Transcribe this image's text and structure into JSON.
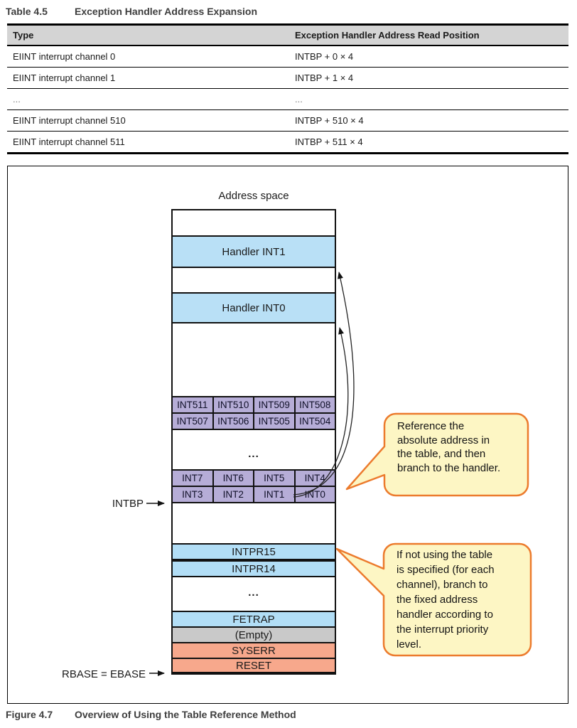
{
  "colors": {
    "handler_blue": "#b9e0f6",
    "priority_blue": "#b2def6",
    "int_purple": "#b6add7",
    "empty_gray": "#c9c9c9",
    "reset_salmon": "#f7a88c",
    "callout_fill": "#fdf6c4",
    "callout_border": "#ec7b2d",
    "table_header_bg": "#d4d4d4"
  },
  "table": {
    "caption_label": "Table 4.5",
    "caption_title": "Exception Handler Address Expansion",
    "headers": [
      "Type",
      "Exception Handler Address Read Position"
    ],
    "rows": [
      [
        "EIINT interrupt channel 0",
        "INTBP + 0 × 4"
      ],
      [
        "EIINT interrupt channel 1",
        "INTBP + 1 × 4"
      ],
      [
        "...",
        "..."
      ],
      [
        "EIINT interrupt channel 510",
        "INTBP + 510 × 4"
      ],
      [
        "EIINT interrupt channel 511",
        "INTBP + 511 × 4"
      ]
    ]
  },
  "figure": {
    "diagram_title": "Address space",
    "pointers": {
      "intbp": "INTBP",
      "rbase": "RBASE = EBASE"
    },
    "column": {
      "handler_int1": "Handler INT1",
      "handler_int0": "Handler INT0",
      "int_row_top": [
        "INT511",
        "INT510",
        "INT509",
        "INT508"
      ],
      "int_row_second": [
        "INT507",
        "INT506",
        "INT505",
        "INT504"
      ],
      "ellipsis_upper": "...",
      "int_row_third": [
        "INT7",
        "INT6",
        "INT5",
        "INT4"
      ],
      "int_row_bottom": [
        "INT3",
        "INT2",
        "INT1",
        "INT0"
      ],
      "intpr15": "INTPR15",
      "intpr14": "INTPR14",
      "ellipsis_lower": "...",
      "fetrap": "FETRAP",
      "empty": "(Empty)",
      "syserr": "SYSERR",
      "reset": "RESET"
    },
    "callouts": [
      {
        "lines": [
          "Reference the",
          "absolute address in",
          "the table, and then",
          "branch to the handler."
        ]
      },
      {
        "lines": [
          "If not using the table",
          "is specified (for each",
          "channel), branch to",
          "the fixed address",
          "handler according to",
          "the interrupt priority",
          "level."
        ]
      }
    ],
    "caption_label": "Figure 4.7",
    "caption_title": "Overview of Using the Table Reference Method"
  }
}
